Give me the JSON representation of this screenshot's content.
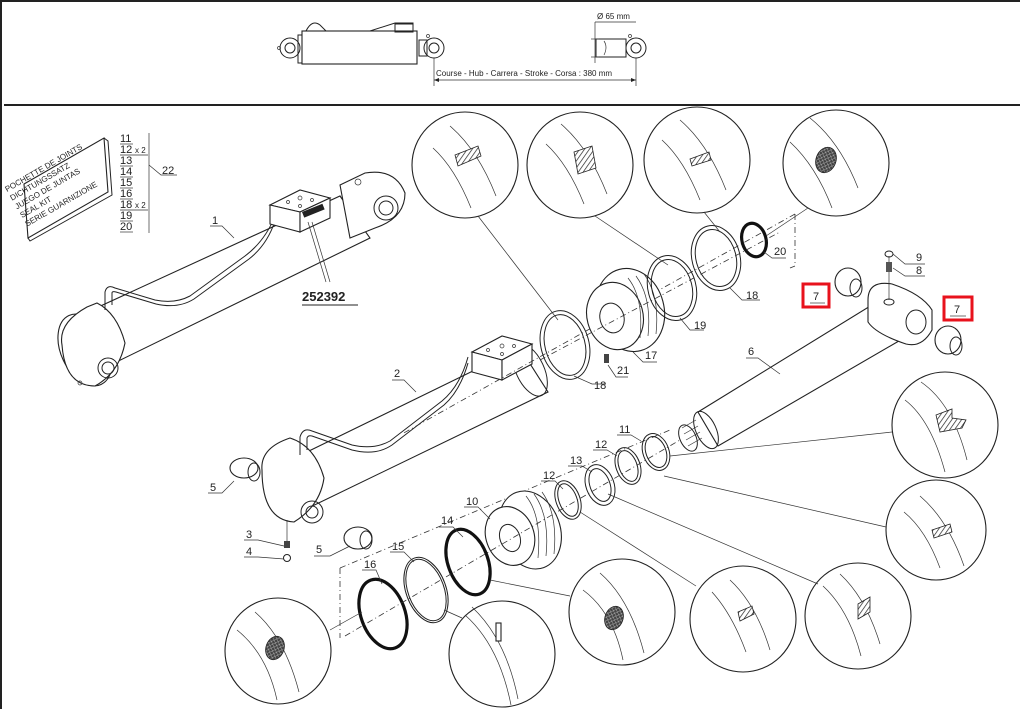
{
  "header": {
    "diameter_label": "Ø 65 mm",
    "stroke_label": "Course - Hub - Carrera - Stroke - Corsa : 380 mm"
  },
  "seal_kit": {
    "card_lines": [
      "POCHETTE DE JOINTS",
      "DICHTUNGSSATZ",
      "JUEGO DE JUNTAS",
      "SEAL KIT",
      "SERIE GUARNIZIONE"
    ],
    "items": [
      {
        "num": "11",
        "qty": ""
      },
      {
        "num": "12",
        "qty": "x 2"
      },
      {
        "num": "13",
        "qty": ""
      },
      {
        "num": "14",
        "qty": ""
      },
      {
        "num": "15",
        "qty": ""
      },
      {
        "num": "16",
        "qty": ""
      },
      {
        "num": "18",
        "qty": "x 2"
      },
      {
        "num": "19",
        "qty": ""
      },
      {
        "num": "20",
        "qty": ""
      }
    ],
    "kit_number": "22"
  },
  "part_reference": "252392",
  "callouts": {
    "p1": "1",
    "p2": "2",
    "p3": "3",
    "p4": "4",
    "p5a": "5",
    "p5b": "5",
    "p6": "6",
    "p7a": "7",
    "p7b": "7",
    "p8": "8",
    "p9": "9",
    "p10": "10",
    "p11": "11",
    "p12a": "12",
    "p12b": "12",
    "p13": "13",
    "p14": "14",
    "p15": "15",
    "p16": "16",
    "p17": "17",
    "p18a": "18",
    "p18b": "18",
    "p19": "19",
    "p20": "20",
    "p21": "21"
  },
  "highlights": {
    "color": "#e8121c",
    "highlighted_parts": [
      "7",
      "7"
    ]
  }
}
